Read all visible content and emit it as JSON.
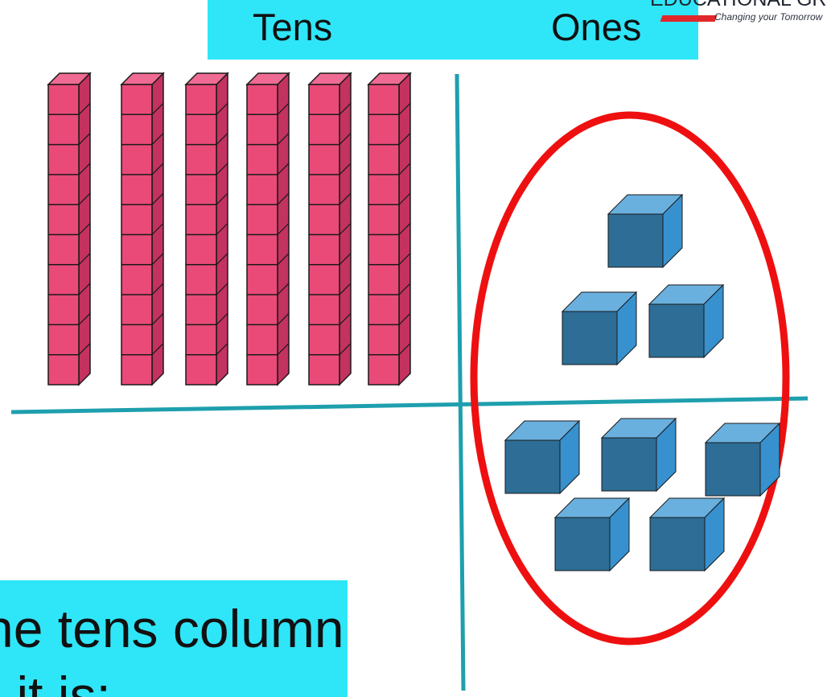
{
  "header": {
    "tens_label": "Tens",
    "ones_label": "Ones"
  },
  "logo": {
    "line1": "EDUCATIONAL GROUP",
    "tagline": "Changing your Tomorrow"
  },
  "prompt": {
    "line1": "in the tens column",
    "line2": "and it is:"
  },
  "model": {
    "tens_rods": 6,
    "units_per_rod": 10,
    "ones_cubes": 8,
    "ones_cubes_above_line": 3,
    "ones_cubes_below_line": 5
  },
  "colors": {
    "banner": "#2fe6f8",
    "rod_face": "#e94a78",
    "rod_side": "#c43260",
    "rod_top": "#ef6b93",
    "cube_front": "#2d6d96",
    "cube_side": "#3791cf",
    "cube_top": "#6ab0de",
    "place_value_lines": "#1e9fae",
    "highlight_ellipse": "#ee1010",
    "logo_red": "#e0282c"
  }
}
